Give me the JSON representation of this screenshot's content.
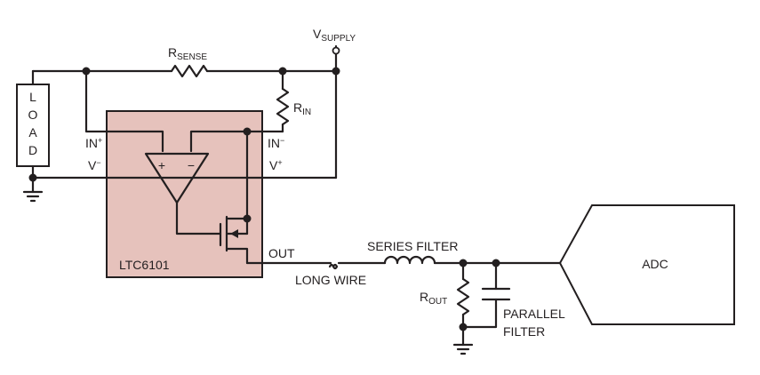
{
  "labels": {
    "vsupply_main": "V",
    "vsupply_sub": "SUPPLY",
    "rsense_main": "R",
    "rsense_sub": "SENSE",
    "rin_main": "R",
    "rin_sub": "IN",
    "rout_main": "R",
    "rout_sub": "OUT",
    "load_letters": [
      "L",
      "O",
      "A",
      "D"
    ],
    "in_plus_main": "IN",
    "in_plus_sup": "+",
    "in_minus_main": "IN",
    "in_minus_sup": "−",
    "v_minus_main": "V",
    "v_minus_sup": "−",
    "v_plus_main": "V",
    "v_plus_sup": "+",
    "opamp_plus": "+",
    "opamp_minus": "−",
    "out": "OUT",
    "chip": "LTC6101",
    "long_wire": "LONG WIRE",
    "series_filter": "SERIES FILTER",
    "parallel_line1": "PARALLEL",
    "parallel_line2": "FILTER",
    "adc": "ADC"
  },
  "colors": {
    "chip_fill": "#e6c2bc",
    "line": "#231f20"
  }
}
